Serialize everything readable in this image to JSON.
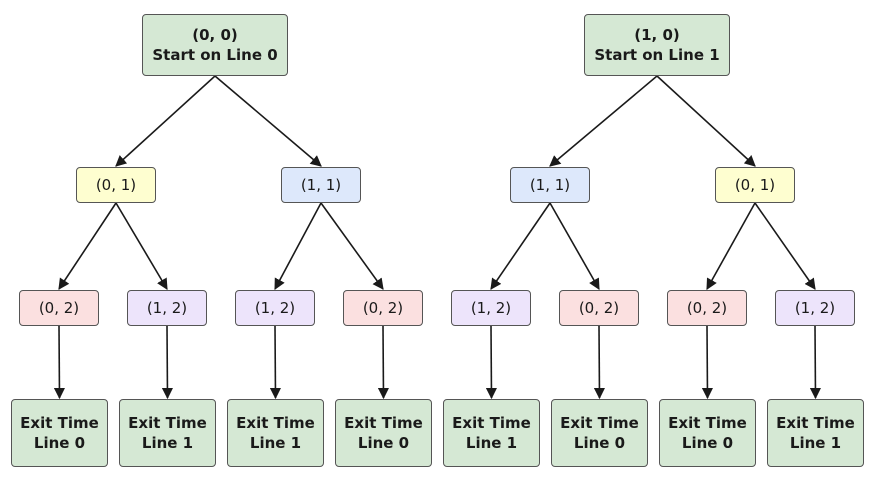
{
  "colors": {
    "green": "#d5e8d4",
    "yellow": "#fefed0",
    "blue": "#dde8fb",
    "red": "#fbe0e0",
    "purple": "#ede4fb",
    "edge": "#1a1a1a"
  },
  "nodes": {
    "root_0": {
      "line1": "(0, 0)",
      "line2": "Start on Line 0",
      "color": "green"
    },
    "root_1": {
      "line1": "(1, 0)",
      "line2": "Start on Line 1",
      "color": "green"
    },
    "l1_a": {
      "label": "(0, 1)",
      "color": "yellow"
    },
    "l1_b": {
      "label": "(1, 1)",
      "color": "blue"
    },
    "l1_c": {
      "label": "(1, 1)",
      "color": "blue"
    },
    "l1_d": {
      "label": "(0, 1)",
      "color": "yellow"
    },
    "l2_a": {
      "label": "(0, 2)",
      "color": "red"
    },
    "l2_b": {
      "label": "(1, 2)",
      "color": "purple"
    },
    "l2_c": {
      "label": "(1, 2)",
      "color": "purple"
    },
    "l2_d": {
      "label": "(0, 2)",
      "color": "red"
    },
    "l2_e": {
      "label": "(1, 2)",
      "color": "purple"
    },
    "l2_f": {
      "label": "(0, 2)",
      "color": "red"
    },
    "l2_g": {
      "label": "(0, 2)",
      "color": "red"
    },
    "l2_h": {
      "label": "(1, 2)",
      "color": "purple"
    },
    "exit_a": {
      "line1": "Exit Time",
      "line2": "Line 0",
      "color": "green"
    },
    "exit_b": {
      "line1": "Exit Time",
      "line2": "Line 1",
      "color": "green"
    },
    "exit_c": {
      "line1": "Exit Time",
      "line2": "Line 1",
      "color": "green"
    },
    "exit_d": {
      "line1": "Exit Time",
      "line2": "Line 0",
      "color": "green"
    },
    "exit_e": {
      "line1": "Exit Time",
      "line2": "Line 1",
      "color": "green"
    },
    "exit_f": {
      "line1": "Exit Time",
      "line2": "Line 0",
      "color": "green"
    },
    "exit_g": {
      "line1": "Exit Time",
      "line2": "Line 0",
      "color": "green"
    },
    "exit_h": {
      "line1": "Exit Time",
      "line2": "Line 1",
      "color": "green"
    }
  },
  "edges": [
    [
      "root_0",
      "l1_a"
    ],
    [
      "root_0",
      "l1_b"
    ],
    [
      "root_1",
      "l1_c"
    ],
    [
      "root_1",
      "l1_d"
    ],
    [
      "l1_a",
      "l2_a"
    ],
    [
      "l1_a",
      "l2_b"
    ],
    [
      "l1_b",
      "l2_c"
    ],
    [
      "l1_b",
      "l2_d"
    ],
    [
      "l1_c",
      "l2_e"
    ],
    [
      "l1_c",
      "l2_f"
    ],
    [
      "l1_d",
      "l2_g"
    ],
    [
      "l1_d",
      "l2_h"
    ],
    [
      "l2_a",
      "exit_a"
    ],
    [
      "l2_b",
      "exit_b"
    ],
    [
      "l2_c",
      "exit_c"
    ],
    [
      "l2_d",
      "exit_d"
    ],
    [
      "l2_e",
      "exit_e"
    ],
    [
      "l2_f",
      "exit_f"
    ],
    [
      "l2_g",
      "exit_g"
    ],
    [
      "l2_h",
      "exit_h"
    ]
  ]
}
